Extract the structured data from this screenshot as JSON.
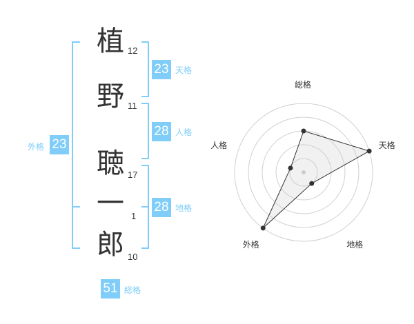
{
  "name": {
    "characters": [
      {
        "char": "植",
        "strokes": "12"
      },
      {
        "char": "野",
        "strokes": "11"
      },
      {
        "char": "聴",
        "strokes": "17"
      },
      {
        "char": "一",
        "strokes": "1"
      },
      {
        "char": "郎",
        "strokes": "10"
      }
    ]
  },
  "kaku": {
    "tenkaku": {
      "label": "天格",
      "value": "23"
    },
    "jinkaku": {
      "label": "人格",
      "value": "28"
    },
    "chikaku": {
      "label": "地格",
      "value": "28"
    },
    "gaikaku": {
      "label": "外格",
      "value": "23"
    },
    "soukaku": {
      "label": "総格",
      "value": "51"
    }
  },
  "colors": {
    "accent": "#7fcdf8",
    "text": "#333333"
  },
  "chart_data": {
    "type": "radar",
    "axes": [
      "総格",
      "天格",
      "地格",
      "外格",
      "人格"
    ],
    "values": [
      3,
      5,
      1,
      5,
      1
    ],
    "range": [
      0,
      5
    ],
    "rings": 5
  }
}
